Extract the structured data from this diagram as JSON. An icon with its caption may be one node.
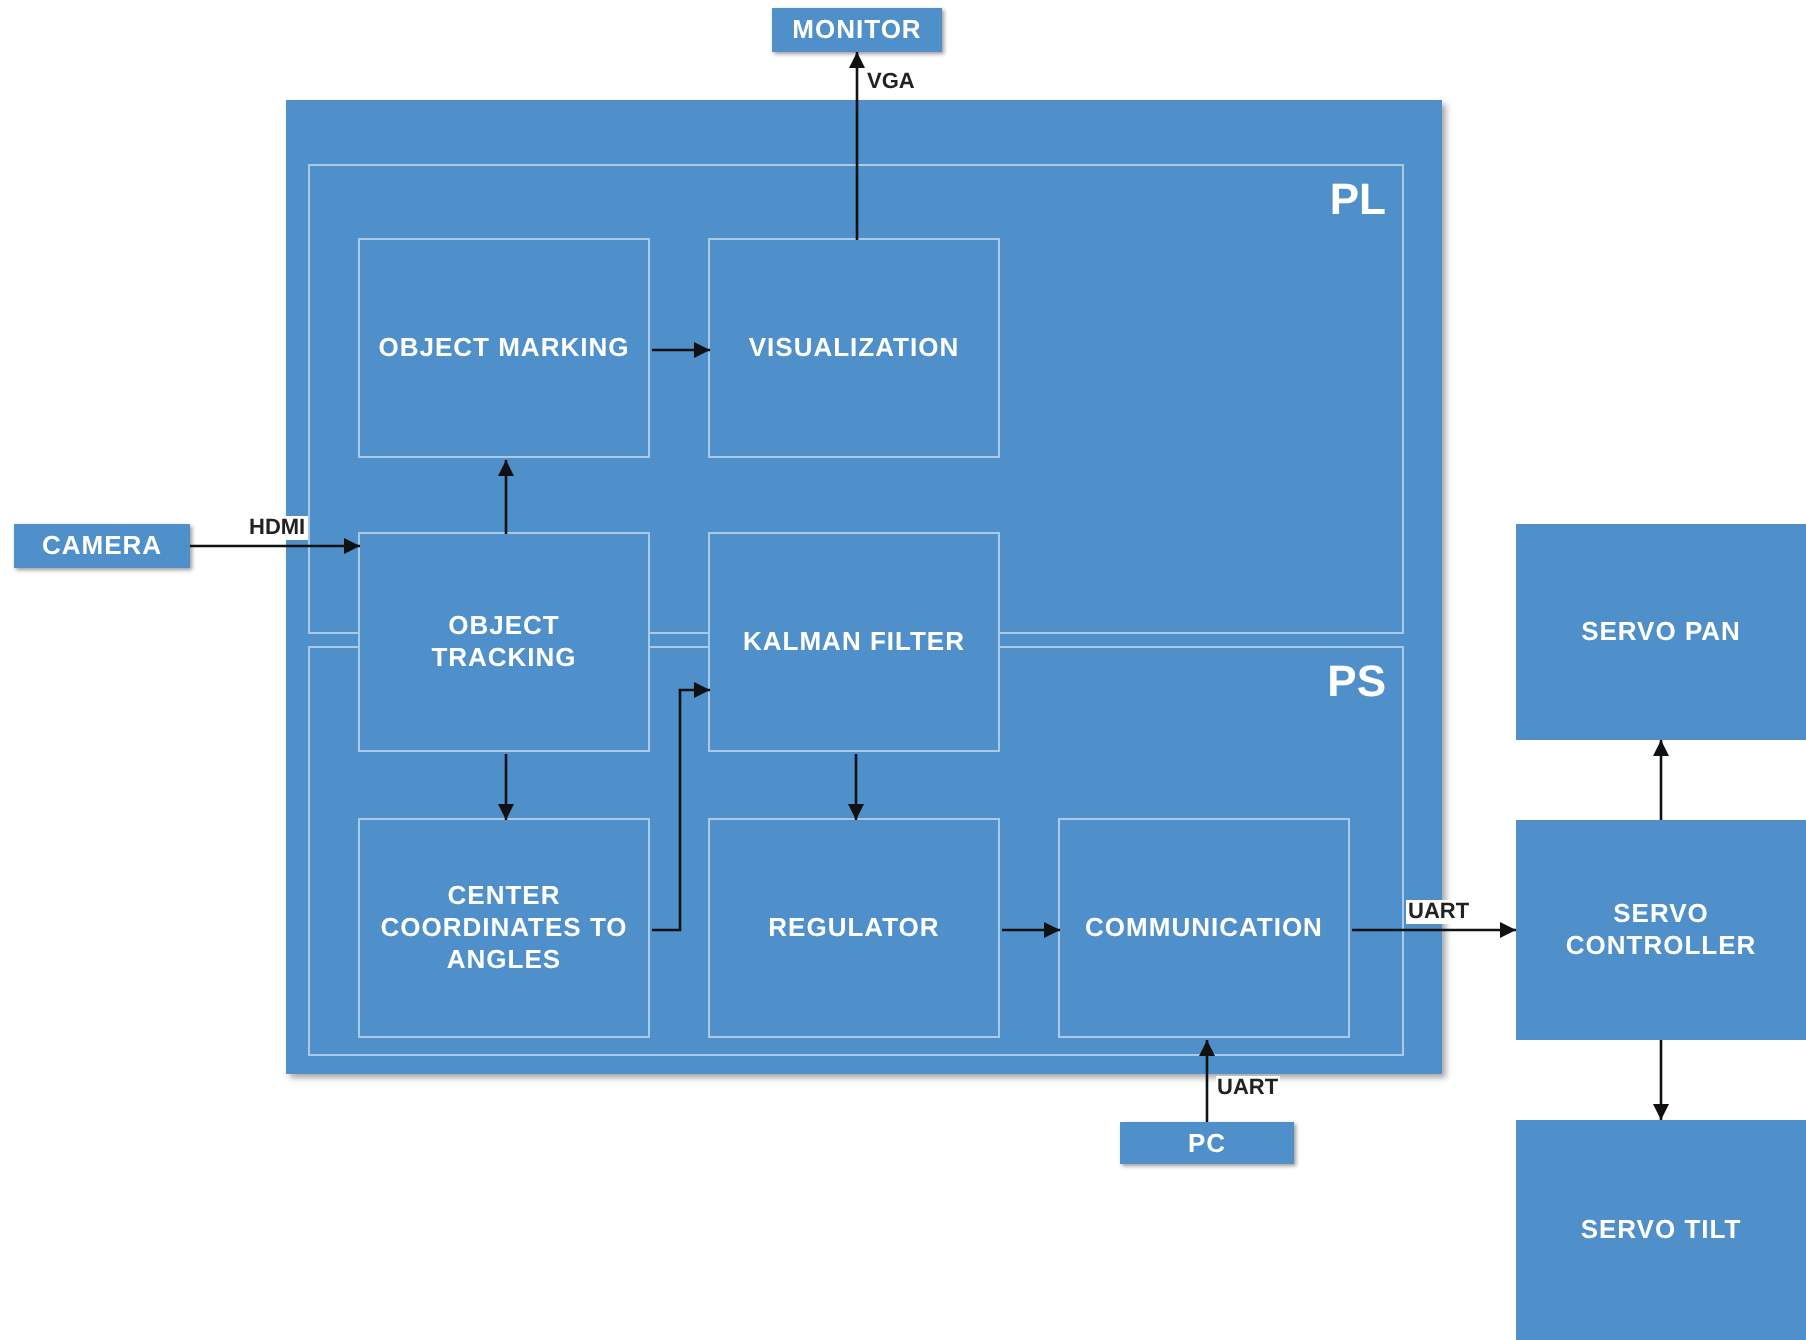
{
  "diagram": {
    "nodes": [
      {
        "text": [
          "MONITOR"
        ]
      },
      {
        "text": [],
        "shape": "box"
      },
      {
        "text": [
          "PL"
        ],
        "in": 1
      },
      {
        "text": [
          "PS"
        ],
        "in": 1
      },
      {
        "text": [
          "OBJECT MARKING"
        ],
        "in": 2
      },
      {
        "text": [
          "VISUALIZATION"
        ],
        "in": 2
      },
      {
        "text": [
          "CAMERA"
        ]
      },
      {
        "text": [
          "OBJECT TRACKING"
        ],
        "in": 1
      },
      {
        "text": [
          "KALMAN FILTER"
        ],
        "in": 1
      },
      {
        "text": [
          "CENTER COORDINATES TO ANGLES"
        ],
        "in": 3
      },
      {
        "text": [
          "REGULATOR"
        ],
        "in": 3
      },
      {
        "text": [
          "COMMUNICATION"
        ],
        "in": 3
      },
      {
        "text": [
          "PC"
        ]
      },
      {
        "text": [
          "SERVO PAN"
        ]
      },
      {
        "text": [
          "SERVO CONTROLLER"
        ]
      },
      {
        "text": [
          "SERVO TILT"
        ]
      }
    ],
    "edges": [
      {
        "from": 5,
        "to": 0,
        "arrow": "to",
        "label": "VGA"
      },
      {
        "from": 6,
        "to": 7,
        "arrow": "to",
        "label": "HDMI"
      },
      {
        "from": 7,
        "to": 4,
        "arrow": "to"
      },
      {
        "from": 4,
        "to": 5,
        "arrow": "to"
      },
      {
        "from": 7,
        "to": 9,
        "arrow": "to"
      },
      {
        "from": 9,
        "to": 8,
        "arrow": "to"
      },
      {
        "from": 8,
        "to": 10,
        "arrow": "to"
      },
      {
        "from": 10,
        "to": 11,
        "arrow": "to"
      },
      {
        "from": 11,
        "to": 14,
        "arrow": "to",
        "label": "UART"
      },
      {
        "from": 12,
        "to": 11,
        "arrow": "to",
        "label": "UART"
      },
      {
        "from": 14,
        "to": 13,
        "arrow": "to"
      },
      {
        "from": 14,
        "to": 15,
        "arrow": "to"
      }
    ]
  }
}
